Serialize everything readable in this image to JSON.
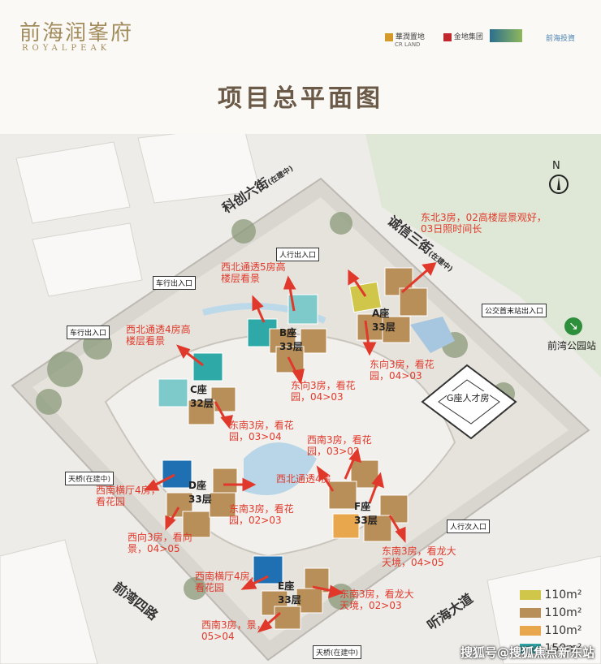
{
  "header": {
    "logo_cn": "前海润峯府",
    "logo_en": "ROYALPEAK",
    "brands": [
      "華潤置地",
      "金地集团",
      "前海投資"
    ],
    "brand_sub": "CR LAND",
    "title": "项目总平面图"
  },
  "map": {
    "compass": "N",
    "roads": {
      "north": "科创六街",
      "north_tag": "(在建中)",
      "east": "诚信三街",
      "east_tag": "(在建中)",
      "southwest": "前湾四路",
      "southeast": "听海大道"
    },
    "entrances": {
      "pedestrian_north": "人行出入口",
      "car_1": "车行出入口",
      "car_2": "车行出入口",
      "bus": "公交首末站出入口",
      "pedestrian_se": "人行次入口",
      "bridge_1": "天桥",
      "bridge_2": "天桥",
      "bridge_tag": "(在建中)"
    },
    "park": "前湾公园站",
    "g_building": "G座人才房",
    "buildings": [
      {
        "name": "A座",
        "floors": "33层"
      },
      {
        "name": "B座",
        "floors": "33层"
      },
      {
        "name": "C座",
        "floors": "32层"
      },
      {
        "name": "D座",
        "floors": "33层"
      },
      {
        "name": "E座",
        "floors": "33层"
      },
      {
        "name": "F座",
        "floors": "33层"
      }
    ],
    "annotations": {
      "a1": "东北3房，02高楼层景观好，03日照时间长",
      "a2": "西北通透5房高楼层看景",
      "a3": "西北通透4房高楼层看景",
      "a4": "东向3房，看花园，04>03",
      "a5": "东向3房，看花园，04>03",
      "a6": "东南3房，看花园，03>04",
      "a7": "西南3房，看花园，03>02",
      "a8": "西北通透4房",
      "a9": "东南3房，看花园，02>03",
      "a10": "西南横厅4房，看花园",
      "a11": "西向3房，看向景，04>05",
      "a12": "东南3房，看龙大天境，04>05",
      "a13": "西南横厅4房，看花园",
      "a14": "东南3房，看龙大天境，02>03",
      "a15": "西南3房，景，05>04"
    }
  },
  "legend": [
    {
      "label": "110m²",
      "color": "#cfc64a"
    },
    {
      "label": "110m²",
      "color": "#b88f58"
    },
    {
      "label": "110m²",
      "color": "#e8a74d"
    },
    {
      "label": "150m²",
      "color": "#2fa8a8"
    }
  ],
  "watermark": "搜狐号@搜狐焦点新东站"
}
